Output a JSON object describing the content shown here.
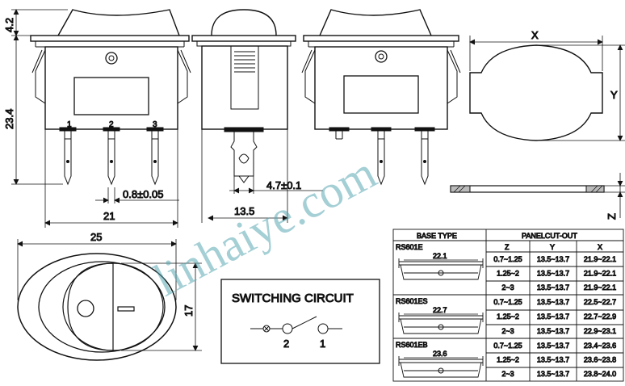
{
  "dimensions": {
    "height_top": "4.2",
    "height_body": "23.4",
    "pin_pitch": "0.8±0.05",
    "width_21": "21",
    "width_13_5": "13.5",
    "terminal_4_7": "4.7±0.1",
    "width_25": "25",
    "height_17": "17",
    "cutout_x": "X",
    "cutout_y": "Y",
    "cutout_z": "Z"
  },
  "pins": [
    "1",
    "2",
    "3"
  ],
  "switching": {
    "title": "SWITCHING CIRCUIT",
    "terminal_a": "2",
    "terminal_b": "1"
  },
  "watermark": "linhaiye.com",
  "table": {
    "header_base": "BASE TYPE",
    "header_cutout": "PANELCUT-OUT",
    "col_z": "Z",
    "col_y": "Y",
    "col_x": "X",
    "groups": [
      {
        "name": "RS601E",
        "width": "22.1",
        "rows": [
          [
            "0.7~1.25",
            "13.5~13.7",
            "21.9~22.1"
          ],
          [
            "1.25~2",
            "13.5~13.7",
            "21.9~22.1"
          ],
          [
            "2~3",
            "13.5~13.7",
            "21.9~22.1"
          ]
        ]
      },
      {
        "name": "RS601ES",
        "width": "22.7",
        "rows": [
          [
            "0.7~1.25",
            "13.5~13.7",
            "22.5~22.7"
          ],
          [
            "1.25~2",
            "13.5~13.7",
            "22.7~22.9"
          ],
          [
            "2~3",
            "13.5~13.7",
            "22.9~23.1"
          ]
        ]
      },
      {
        "name": "RS601EB",
        "width": "23.6",
        "rows": [
          [
            "0.7~1.25",
            "13.5~13.7",
            "23.4~23.6"
          ],
          [
            "1.25~2",
            "13.5~13.7",
            "23.6~23.8"
          ],
          [
            "2~3",
            "13.5~13.7",
            "23.8~24.0"
          ]
        ]
      }
    ]
  }
}
